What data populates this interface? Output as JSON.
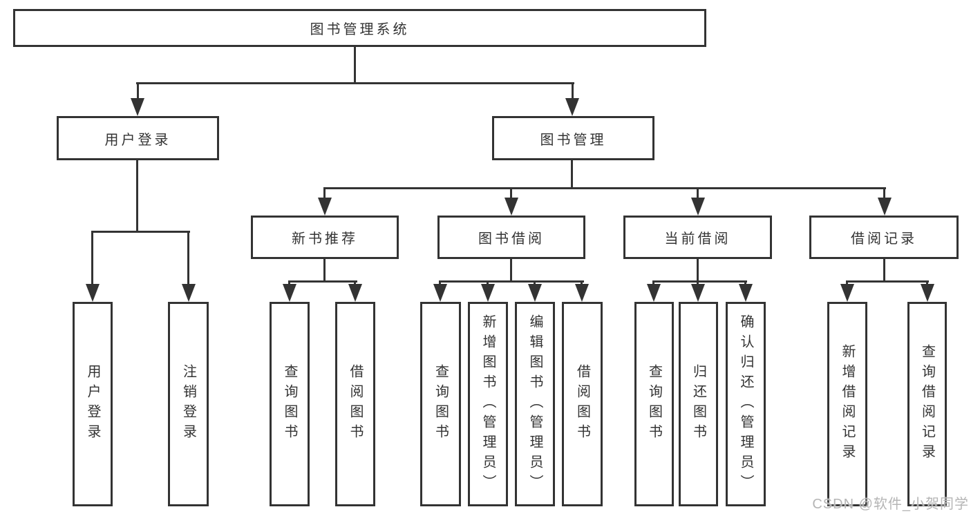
{
  "diagram": {
    "root": {
      "label": "图书管理系统"
    },
    "branches": [
      {
        "label": "用户登录",
        "children": [
          "用户登录",
          "注销登录"
        ]
      },
      {
        "label": "图书管理",
        "children": [
          {
            "label": "新书推荐",
            "children": [
              "查询图书",
              "借阅图书"
            ]
          },
          {
            "label": "图书借阅",
            "children": [
              "查询图书",
              "新增图书（管理员）",
              "编辑图书（管理员）",
              "借阅图书"
            ]
          },
          {
            "label": "当前借阅",
            "children": [
              "查询图书",
              "归还图书",
              "确认归还（管理员）"
            ]
          },
          {
            "label": "借阅记录",
            "children": [
              "新增借阅记录",
              "查询借阅记录"
            ]
          }
        ]
      }
    ]
  },
  "watermark": {
    "text": "CSDN @软件_小贺同学"
  },
  "colors": {
    "line": "#333333",
    "text": "#333333",
    "watermark": "#b5b5b5",
    "background": "#ffffff"
  }
}
